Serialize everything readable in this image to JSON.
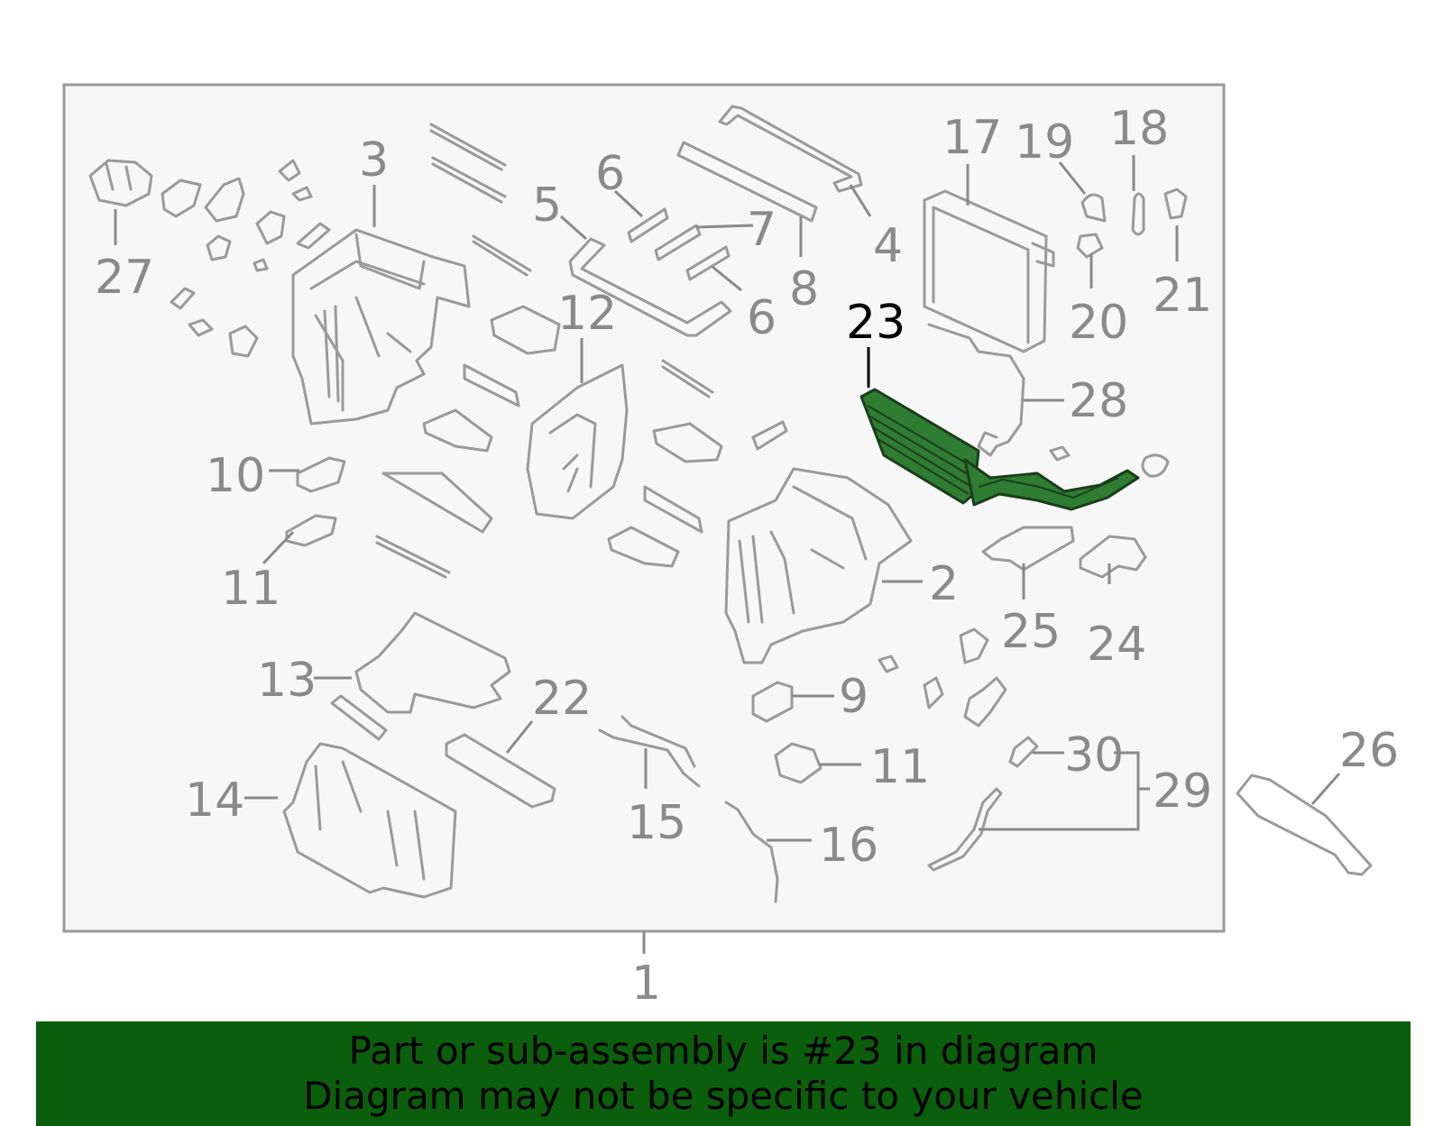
{
  "callouts": {
    "c1": "1",
    "c2": "2",
    "c3": "3",
    "c4": "4",
    "c5": "5",
    "c6a": "6",
    "c6b": "6",
    "c7": "7",
    "c8": "8",
    "c9": "9",
    "c10": "10",
    "c11a": "11",
    "c11b": "11",
    "c12": "12",
    "c13": "13",
    "c14": "14",
    "c15": "15",
    "c16": "16",
    "c17": "17",
    "c18": "18",
    "c19": "19",
    "c20": "20",
    "c21": "21",
    "c22": "22",
    "c23": "23",
    "c24": "24",
    "c25": "25",
    "c26": "26",
    "c27": "27",
    "c28": "28",
    "c29": "29",
    "c30": "30"
  },
  "banner": {
    "line1": "Part or sub-assembly is #23 in diagram",
    "line2": "Diagram may not be specific to your vehicle"
  },
  "colors": {
    "highlight_part": "#2e7d32",
    "banner_bg": "#0b5e0b",
    "frame_bg": "#f7f7f7",
    "line_gray": "#9a9a9a"
  }
}
